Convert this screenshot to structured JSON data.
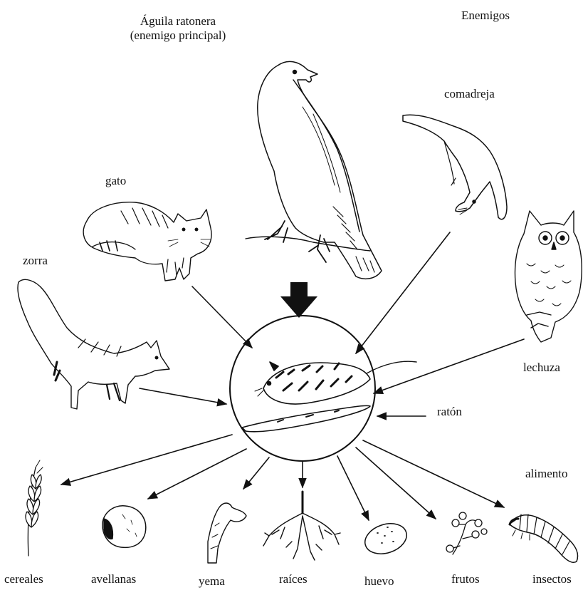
{
  "labels": {
    "main_enemy_line1": "Águila ratonera",
    "main_enemy_line2": "(enemigo principal)",
    "enemies": "Enemigos",
    "food": "alimento",
    "mouse": "ratón"
  },
  "enemy_animals": {
    "weasel": "comadreja",
    "cat": "gato",
    "fox": "zorra",
    "owl": "lechuza"
  },
  "food_items": {
    "cereals": "cereales",
    "hazelnuts": "avellanas",
    "bud": "yema",
    "roots": "raíces",
    "egg": "huevo",
    "fruits": "frutos",
    "insects": "insectos"
  }
}
